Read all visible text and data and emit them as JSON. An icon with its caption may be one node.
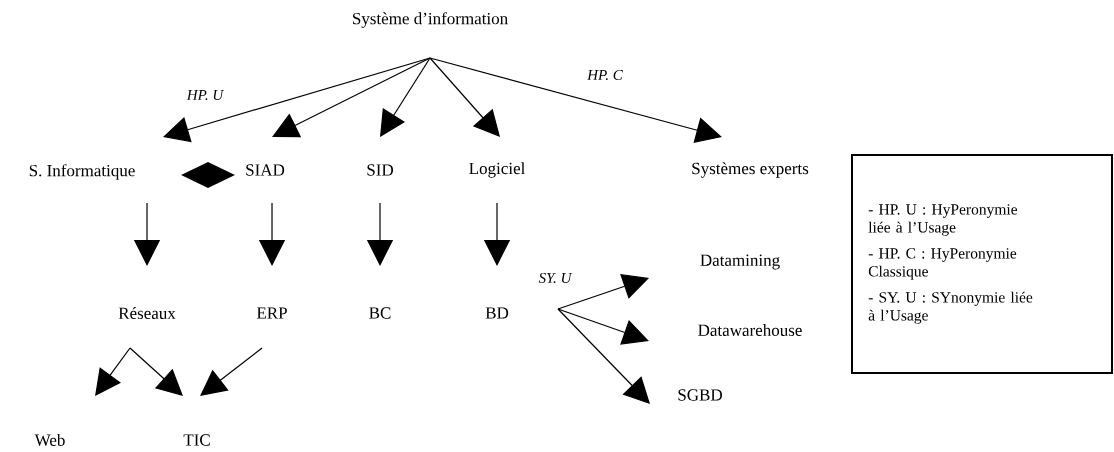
{
  "diagram": {
    "nodes": [
      {
        "text": [
          "Système d’information"
        ]
      },
      {
        "text": [
          "S. Informatique"
        ]
      },
      {
        "text": [
          "SIAD"
        ]
      },
      {
        "text": [
          "SID"
        ]
      },
      {
        "text": [
          "Logiciel"
        ]
      },
      {
        "text": [
          "Systèmes experts"
        ]
      },
      {
        "text": [
          "Réseaux"
        ]
      },
      {
        "text": [
          "ERP"
        ]
      },
      {
        "text": [
          "BC"
        ]
      },
      {
        "text": [
          "BD"
        ]
      },
      {
        "text": [
          "Datamining"
        ]
      },
      {
        "text": [
          "Datawarehouse"
        ]
      },
      {
        "text": [
          "SGBD"
        ]
      },
      {
        "text": [
          "Web"
        ]
      },
      {
        "text": [
          "TIC"
        ]
      },
      {
        "text": [
          "- HP. U : HyPeronymie liée à l’Usage",
          "- HP. C : HyPeronymie Classique",
          "- SY. U : SYnonymie liée à l’Usage"
        ]
      },
      {
        "text": [],
        "shape": "diamond"
      }
    ],
    "edges": [
      {
        "from": 0,
        "to": 1,
        "arrow": "to",
        "label": "HP. U"
      },
      {
        "from": 0,
        "to": 2,
        "arrow": "to"
      },
      {
        "from": 0,
        "to": 3,
        "arrow": "to"
      },
      {
        "from": 0,
        "to": 4,
        "arrow": "to"
      },
      {
        "from": 0,
        "to": 5,
        "arrow": "to",
        "label": "HP. C"
      },
      {
        "from": 1,
        "to": 6,
        "arrow": "to"
      },
      {
        "from": 2,
        "to": 7,
        "arrow": "to"
      },
      {
        "from": 3,
        "to": 8,
        "arrow": "to"
      },
      {
        "from": 4,
        "to": 9,
        "arrow": "to"
      },
      {
        "from": 6,
        "to": 13,
        "arrow": "to"
      },
      {
        "from": 6,
        "to": 14,
        "arrow": "to"
      },
      {
        "from": 7,
        "to": 14,
        "arrow": "to"
      },
      {
        "from": 9,
        "to": 10,
        "arrow": "to",
        "label": "SY. U"
      },
      {
        "from": 9,
        "to": 11,
        "arrow": "to"
      },
      {
        "from": 9,
        "to": 12,
        "arrow": "to"
      }
    ]
  }
}
